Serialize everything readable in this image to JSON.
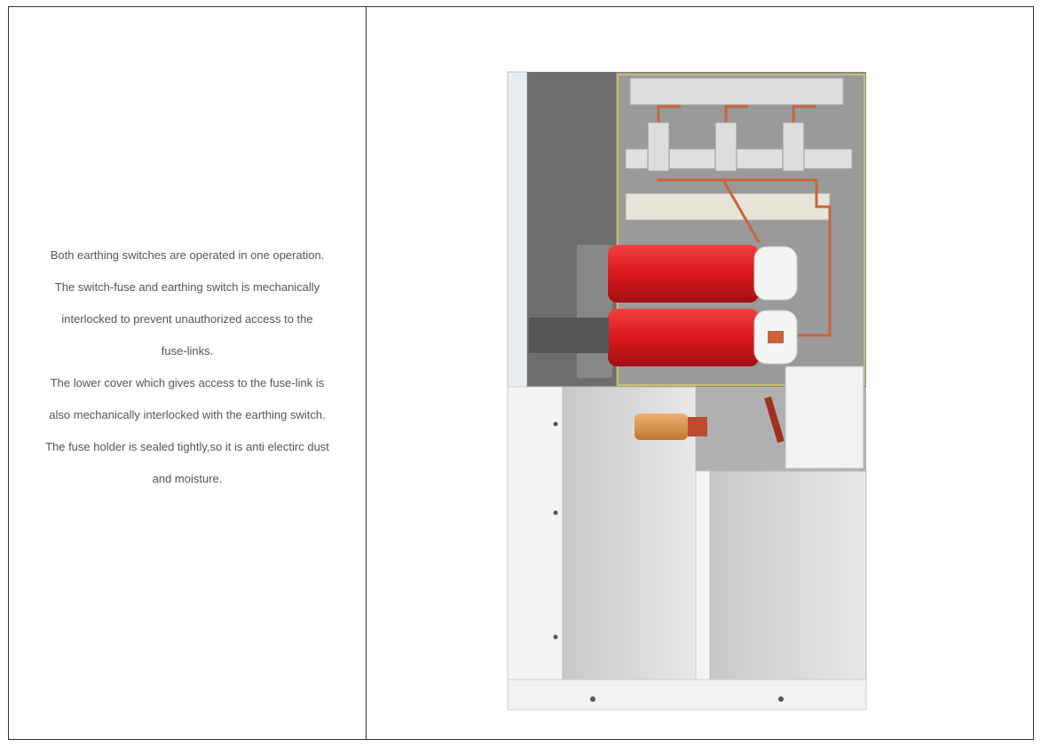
{
  "description_lines": [
    "Both earthing switches are operated in one operation.",
    "The switch-fuse and earthing switch is mechanically",
    "interlocked to prevent unauthorized access to the",
    "fuse-links.",
    "The lower cover which gives access to the fuse-link is",
    "also mechanically interlocked with the earthing switch.",
    "The fuse holder is sealed tightly,so it is anti electirc dust",
    "and moisture."
  ],
  "colors": {
    "fuse_red": "#d9191c",
    "copper": "#c8643c",
    "border": "#333333",
    "text": "#555555"
  }
}
